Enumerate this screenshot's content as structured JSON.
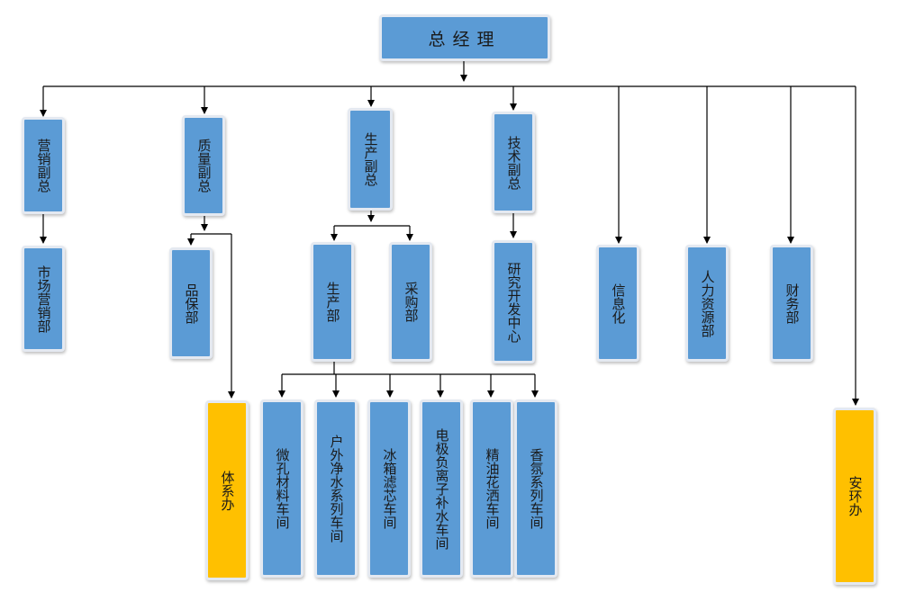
{
  "colors": {
    "box": "#5b9bd5",
    "highlight": "#ffc000",
    "line": "#000000"
  },
  "nodes": {
    "ceo": "总经理",
    "sales_vp": "营销副总",
    "marketing": "市场营销部",
    "quality_vp": "质量副总",
    "qa": "品保部",
    "system_office": "体系办",
    "production_vp": "生产副总",
    "production": "生产部",
    "purchasing": "采购部",
    "tech_vp": "技术副总",
    "rnd": "研究开发中心",
    "it": "信息化",
    "hr": "人力资源部",
    "finance": "财务部",
    "safety_env": "安环办",
    "ws_microporous": "微孔材料车间",
    "ws_outdoor_water": "户外净水系列车间",
    "ws_fridge_filter": "冰箱滤芯车间",
    "ws_electrode": "电极负离子补水车间",
    "ws_essential_oil": "精油花洒车间",
    "ws_fragrance": "香氛系列车间"
  }
}
